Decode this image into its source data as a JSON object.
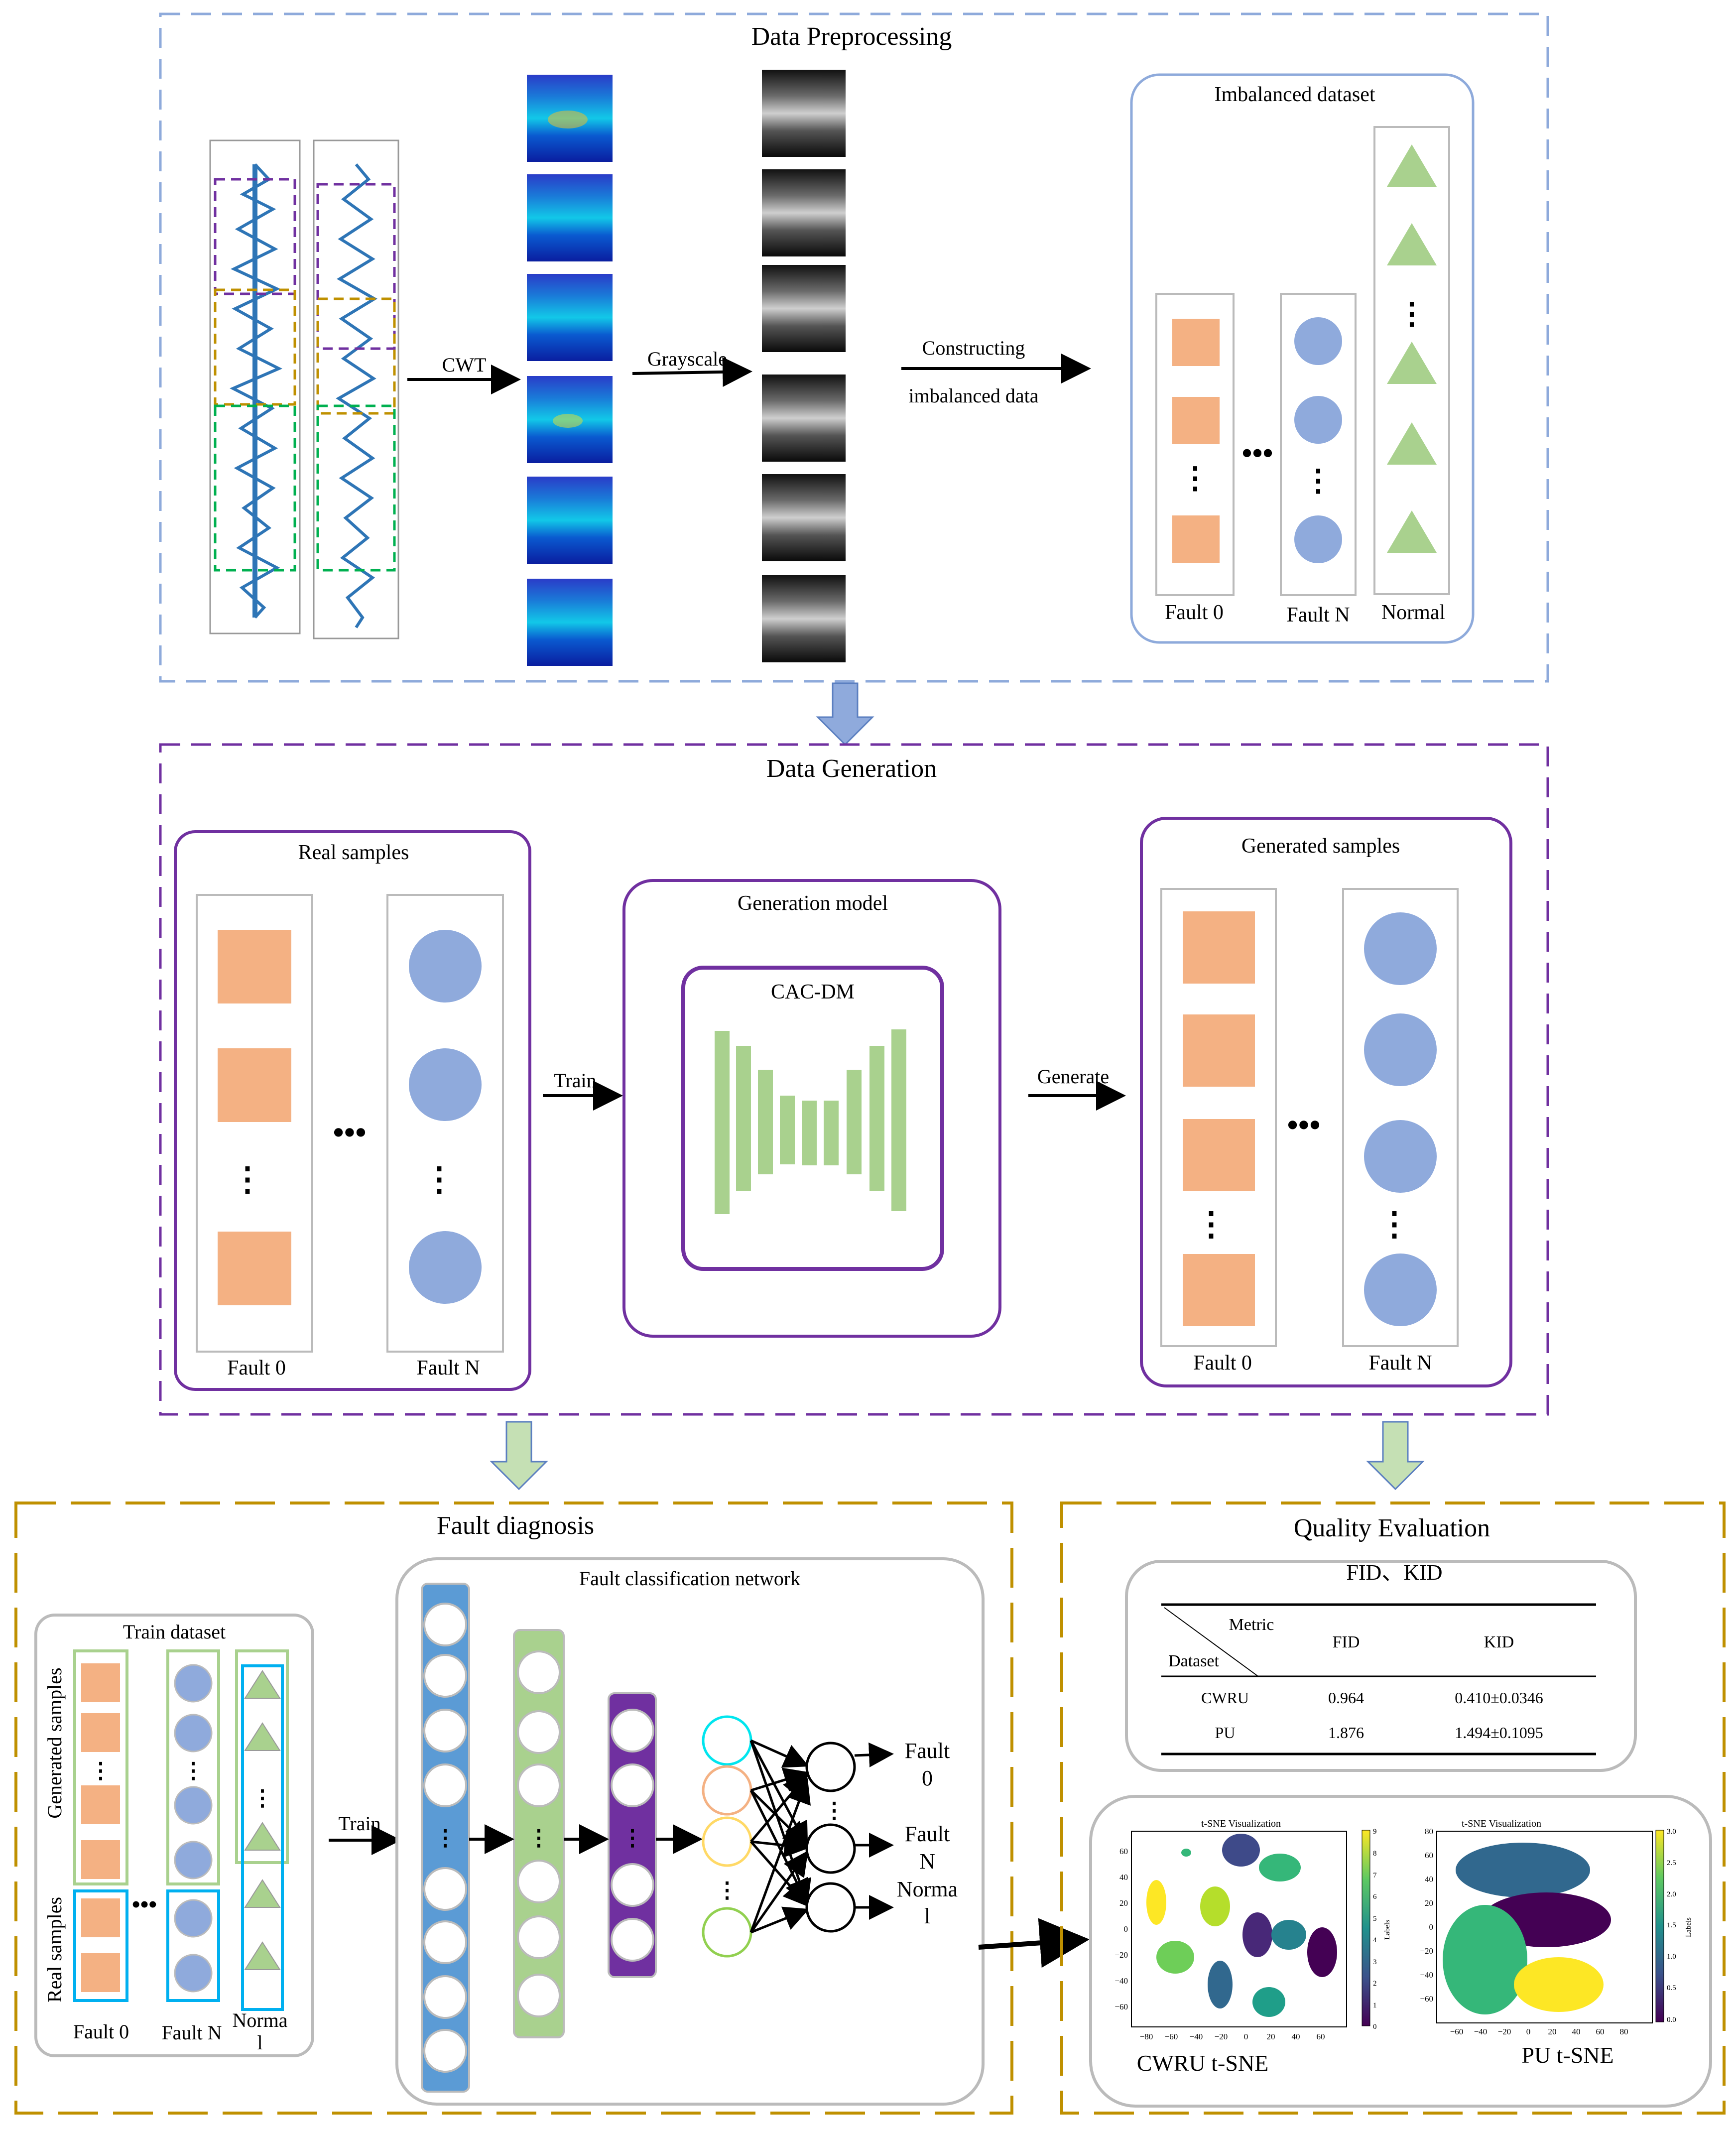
{
  "preprocessing": {
    "title": "Data Preprocessing",
    "cwt_label": "CWT",
    "grayscale_label": "Grayscale",
    "construct_label_1": "Constructing",
    "construct_label_2": "imbalanced data",
    "dataset_title": "Imbalanced dataset",
    "col_fault0": "Fault 0",
    "col_faultN": "Fault N",
    "col_normal": "Normal"
  },
  "generation": {
    "title": "Data Generation",
    "real_title": "Real samples",
    "real_fault0": "Fault 0",
    "real_faultN": "Fault N",
    "train_label": "Train",
    "model_title": "Generation model",
    "model_name": "CAC-DM",
    "generate_label": "Generate",
    "gen_title": "Generated samples",
    "gen_fault0": "Fault 0",
    "gen_faultN": "Fault N"
  },
  "diagnosis": {
    "title": "Fault diagnosis",
    "train_dataset_title": "Train dataset",
    "generated_samples_label": "Generated samples",
    "real_samples_label": "Real samples",
    "col_fault0": "Fault 0",
    "col_faultN": "Fault N",
    "col_normal_1": "Norma",
    "col_normal_2": "l",
    "train_label": "Train",
    "network_title": "Fault classification network",
    "out_fault0_1": "Fault",
    "out_fault0_2": "0",
    "out_faultN_1": "Fault",
    "out_faultN_2": "N",
    "out_normal_1": "Norma",
    "out_normal_2": "l"
  },
  "quality": {
    "title": "Quality Evaluation",
    "table_title": "FID、KID",
    "header_metric": "Metric",
    "header_dataset": "Dataset",
    "header_fid": "FID",
    "header_kid": "KID",
    "rows": [
      {
        "dataset": "CWRU",
        "fid": "0.964",
        "kid": "0.410±0.0346"
      },
      {
        "dataset": "PU",
        "fid": "1.876",
        "kid": "1.494±0.1095"
      }
    ],
    "tsne_title": "t-SNE Visualization",
    "cwru_label": "CWRU t-SNE",
    "pu_label": "PU t-SNE",
    "colorbar_axis_label": "Labels",
    "cwru_xticks": [
      "−80",
      "−60",
      "−40",
      "−20",
      "0",
      "20",
      "40",
      "60"
    ],
    "cwru_yticks": [
      "60",
      "40",
      "20",
      "0",
      "−20",
      "−40",
      "−60"
    ],
    "cwru_cbar_ticks": [
      "9",
      "8",
      "7",
      "6",
      "5",
      "4",
      "3",
      "2",
      "1",
      "0"
    ],
    "pu_xticks": [
      "−60",
      "−40",
      "−20",
      "0",
      "20",
      "40",
      "60",
      "80"
    ],
    "pu_yticks": [
      "80",
      "60",
      "40",
      "20",
      "0",
      "−20",
      "−40",
      "−60"
    ],
    "pu_cbar_ticks": [
      "3.0",
      "2.5",
      "2.0",
      "1.5",
      "1.0",
      "0.5",
      "0.0"
    ]
  },
  "colors": {
    "blue_section": "#8eaadb",
    "purple_section": "#7030a0",
    "gold_section": "#bf9000",
    "fault0_square": "#f4b183",
    "faultN_circle": "#8faadc",
    "normal_triangle": "#a9d18e",
    "unet_bar": "#a9d18e",
    "arrow_fill_blue": "#8faadc",
    "arrow_fill_green": "#c5e0b4"
  }
}
